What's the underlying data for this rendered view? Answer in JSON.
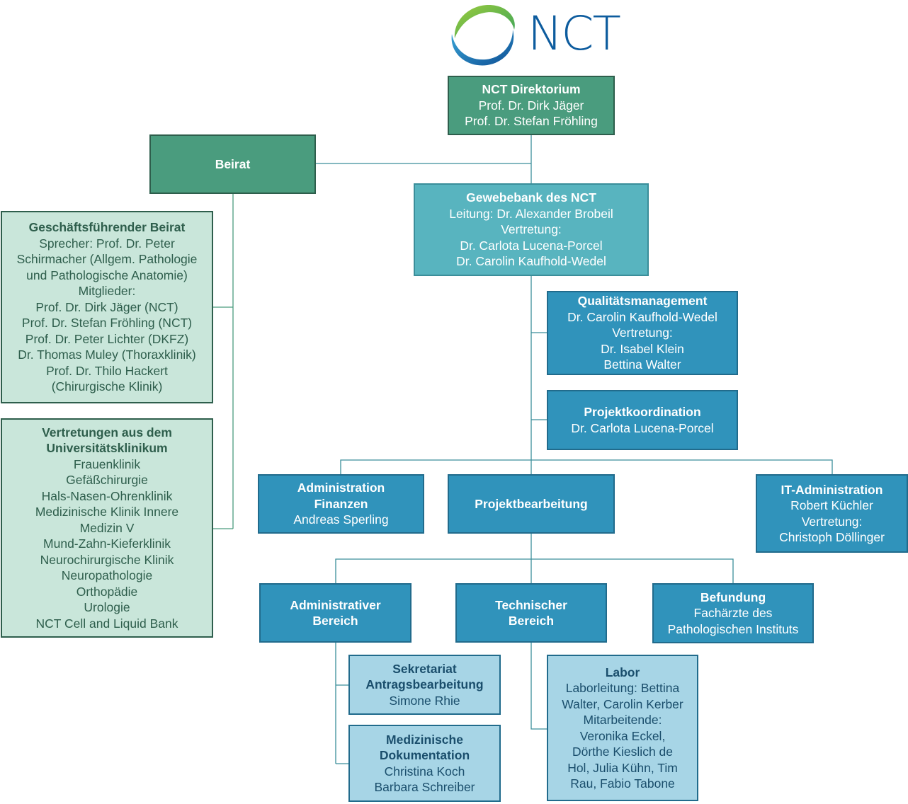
{
  "logo": {
    "text": "NCT"
  },
  "boxes": {
    "direktorium": {
      "title": "NCT Direktorium",
      "lines": [
        "Prof. Dr. Dirk Jäger",
        "Prof. Dr. Stefan Fröhling"
      ]
    },
    "beirat": {
      "title": "Beirat",
      "lines": []
    },
    "gf_beirat": {
      "title": "Geschäftsführender Beirat",
      "lines": [
        "Sprecher: Prof. Dr. Peter",
        "Schirmacher (Allgem. Pathologie",
        "und Pathologische Anatomie)",
        "Mitglieder:",
        "Prof. Dr. Dirk Jäger (NCT)",
        "Prof. Dr. Stefan Fröhling (NCT)",
        "Prof. Dr. Peter Lichter (DKFZ)",
        "Dr. Thomas Muley (Thoraxklinik)",
        "Prof. Dr. Thilo Hackert",
        "(Chirurgische Klinik)"
      ]
    },
    "vertretungen": {
      "title": "Vertretungen aus dem Universitätsklinikum",
      "lines": [
        "Frauenklinik",
        "Gefäßchirurgie",
        "Hals-Nasen-Ohrenklinik",
        "Medizinische Klinik Innere",
        "Medizin V",
        "Mund-Zahn-Kieferklinik",
        "Neurochirurgische Klinik",
        "Neuropathologie",
        "Orthopädie",
        "Urologie",
        "NCT Cell and Liquid Bank"
      ]
    },
    "gewebebank": {
      "title": "Gewebebank des NCT",
      "lines": [
        "Leitung: Dr. Alexander Brobeil",
        "Vertretung:",
        "Dr. Carlota Lucena-Porcel",
        "Dr. Carolin Kaufhold-Wedel"
      ]
    },
    "qm": {
      "title": "Qualitätsmanagement",
      "lines": [
        "Dr. Carolin Kaufhold-Wedel",
        "Vertretung:",
        "Dr. Isabel Klein",
        "Bettina Walter"
      ]
    },
    "projektkoordination": {
      "title": "Projektkoordination",
      "lines": [
        "Dr. Carlota Lucena-Porcel"
      ]
    },
    "admin_finanzen": {
      "title": "Administration Finanzen",
      "lines": [
        "Andreas Sperling"
      ]
    },
    "projektbearbeitung": {
      "title": "Projektbearbeitung",
      "lines": []
    },
    "it_admin": {
      "title": "IT-Administration",
      "lines": [
        "Robert Küchler",
        "Vertretung:",
        "Christoph Döllinger"
      ]
    },
    "admin_bereich": {
      "title": "Administrativer Bereich",
      "lines": []
    },
    "tech_bereich": {
      "title": "Technischer Bereich",
      "lines": []
    },
    "befundung": {
      "title": "Befundung",
      "lines": [
        "Fachärzte des",
        "Pathologischen Instituts"
      ]
    },
    "sekretariat": {
      "title": "Sekretariat Antragsbearbeitung",
      "lines": [
        "Simone Rhie"
      ]
    },
    "med_doku": {
      "title": "Medizinische Dokumentation",
      "lines": [
        "Christina Koch",
        "Barbara Schreiber"
      ]
    },
    "labor": {
      "title": "Labor",
      "lines": [
        "Laborleitung: Bettina",
        "Walter, Carolin Kerber",
        "Mitarbeitende:",
        "Veronika Eckel,",
        "Dörthe Kieslich de",
        "Hol, Julia Kühn, Tim",
        "Rau, Fabio Tabone"
      ]
    }
  }
}
